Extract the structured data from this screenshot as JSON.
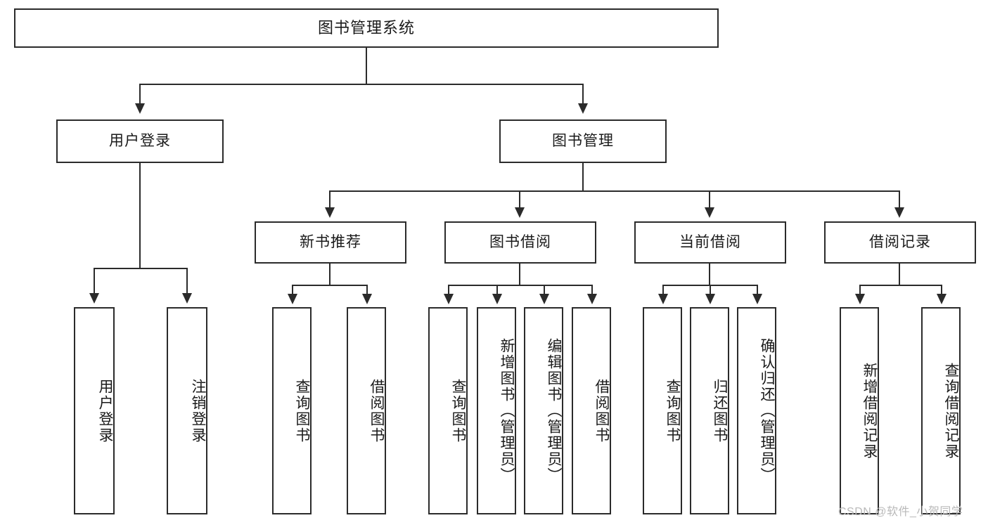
{
  "diagram": {
    "type": "tree",
    "title": "图书管理系统",
    "orientation": "top-down",
    "colors": {
      "box_border": "#2b2b2b",
      "box_fill": "#ffffff",
      "connector": "#2b2b2b",
      "text": "#1a1a1a",
      "watermark": "#b9b9b9",
      "background": "#ffffff"
    }
  },
  "root": {
    "label": "图书管理系统"
  },
  "level2": [
    {
      "label": "用户登录"
    },
    {
      "label": "图书管理"
    }
  ],
  "level3": [
    {
      "label": "新书推荐"
    },
    {
      "label": "图书借阅"
    },
    {
      "label": "当前借阅"
    },
    {
      "label": "借阅记录"
    }
  ],
  "leaves": {
    "user_login": [
      {
        "label": "用户登录"
      },
      {
        "label": "注销登录"
      }
    ],
    "new_book_recommend": [
      {
        "label": "查询图书"
      },
      {
        "label": "借阅图书"
      }
    ],
    "book_borrow": [
      {
        "label": "查询图书"
      },
      {
        "label": "新增图书（管理员）"
      },
      {
        "label": "编辑图书（管理员）"
      },
      {
        "label": "借阅图书"
      }
    ],
    "current_borrow": [
      {
        "label": "查询图书"
      },
      {
        "label": "归还图书"
      },
      {
        "label": "确认归还（管理员）"
      }
    ],
    "borrow_record": [
      {
        "label": "新增借阅记录"
      },
      {
        "label": "查询借阅记录"
      }
    ]
  },
  "watermark": {
    "text": "CSDN @软件_小贺同学"
  }
}
